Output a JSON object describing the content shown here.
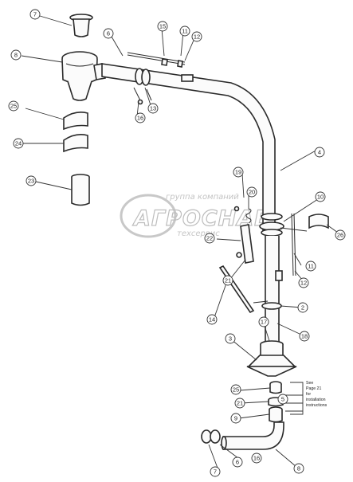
{
  "watermark": {
    "top_text": "группа компаний",
    "main_text": "АГРОСНАБ",
    "bottom_text": "техсервис"
  },
  "note": {
    "lines": [
      "See",
      "Page 21",
      "for",
      "installation",
      "instructions"
    ]
  },
  "callouts": [
    "7",
    "6",
    "8",
    "13",
    "11",
    "12",
    "15",
    "16",
    "25",
    "24",
    "23",
    "4",
    "19",
    "10",
    "20",
    "26",
    "22",
    "21",
    "12",
    "11",
    "14",
    "2",
    "18",
    "17",
    "3",
    "25",
    "21",
    "9",
    "5",
    "6",
    "8",
    "7",
    "16"
  ]
}
